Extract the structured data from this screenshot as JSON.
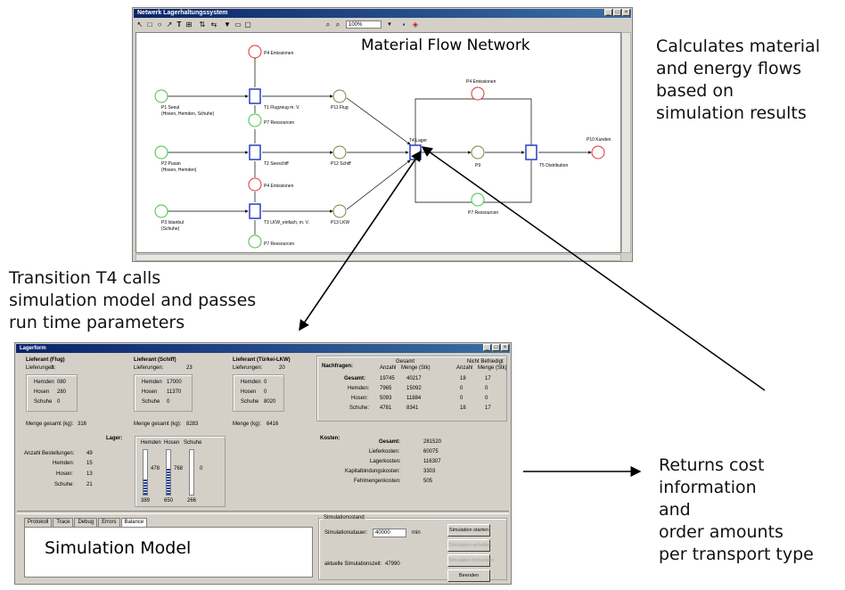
{
  "annotations": {
    "calc_text": [
      "Calculates material",
      "and energy flows",
      "based on",
      "simulation results"
    ],
    "transition_text": [
      "Transition T4 calls",
      "simulation model and passes",
      "run time parameters"
    ],
    "returns_text": [
      "Returns cost",
      "information",
      "and",
      "order amounts",
      "per transport type"
    ]
  },
  "network_window": {
    "title": "Netwerk Lagerhaltungssystem",
    "zoom": "100%",
    "canvas_title": "Material Flow Network",
    "tools": [
      "arrow-icon",
      "rect-icon",
      "circle-icon",
      "line-icon",
      "text-icon",
      "grid-icon",
      "connect-icon",
      "transition-icon",
      "filter-icon",
      "rect-tool-icon",
      "frame-icon",
      "zoom-in-icon",
      "zoom-out-icon",
      "save-icon",
      "eraser-icon"
    ],
    "labels": {
      "p4_top": "P4 Emissionen",
      "p1": "P1 Seeul",
      "p1b": "(Hosen, Hemden, Schuhe)",
      "t1": "T1 Flugzeug m. V.",
      "p11": "P11 Flug",
      "p7_top": "P7 Ressourcen",
      "p2": "P2 Pusan",
      "p2b": "(Hosen, Hemden)",
      "t2": "T2 Seeschiff",
      "p12": "P12 Schiff",
      "p4_mid": "P4 Emissionen",
      "p3": "P3 Istanbul",
      "p3b": "(Schuhe)",
      "t3": "T3 LKW_einfach, m. V.",
      "p13": "P13 LKW",
      "p7_bot": "P7 Ressourcen",
      "t4": "T4 Lager",
      "p4_right": "P4 Emissionen",
      "p9": "P9",
      "t5": "T5 Distribution",
      "p10": "P10 Kunden",
      "p7_right": "P7 Ressourcen"
    }
  },
  "lager_window": {
    "title": "Lagerform",
    "suppliers": [
      {
        "title": "Lieferant (Flug)",
        "lieferungen_label": "Lieferungen:",
        "lieferungen": "3",
        "rows": [
          [
            "Hemden",
            "080"
          ],
          [
            "Hosen",
            "280"
          ],
          [
            "Schuhe",
            "0"
          ]
        ],
        "menge_label": "Menge gesamt (kg):",
        "menge": "316"
      },
      {
        "title": "Lieferant (Schiff)",
        "lieferungen_label": "Lieferungen:",
        "lieferungen": "23",
        "rows": [
          [
            "Hemden",
            "17000"
          ],
          [
            "Hosen",
            "11370"
          ],
          [
            "Schuhe",
            "0"
          ]
        ],
        "menge_label": "Menge gesamt (kg):",
        "menge": "8283"
      },
      {
        "title": "Lieferant (Türkei-LKW)",
        "lieferungen_label": "Lieferungen:",
        "lieferungen": "20",
        "rows": [
          [
            "Hemden",
            "0"
          ],
          [
            "Hosen",
            "0"
          ],
          [
            "Schuhe",
            "8020"
          ]
        ],
        "menge_label": "Menge (kg):",
        "menge": "6416"
      }
    ],
    "nachfragen": {
      "label": "Nachfragen:",
      "group1": "Gesamt",
      "group2": "Nicht Befriedigt",
      "cols": [
        "Anzahl",
        "Menge (Stk)",
        "Anzahl",
        "Menge (Stk)"
      ],
      "rows": [
        [
          "Gesamt:",
          "19745",
          "40217",
          "18",
          "17"
        ],
        [
          "Hemden:",
          "7965",
          "15092",
          "0",
          "0"
        ],
        [
          "Hosen:",
          "5093",
          "11884",
          "0",
          "0"
        ],
        [
          "Schuhe:",
          "4781",
          "8341",
          "18",
          "17"
        ]
      ]
    },
    "lager": {
      "label": "Lager:",
      "headers": [
        "Hemden",
        "Hosen",
        "Schuhe"
      ],
      "left_rows": [
        [
          "Anzahl Bestellungen:",
          "49"
        ],
        [
          "Hemden:",
          "15"
        ],
        [
          "Hosen:",
          "13"
        ],
        [
          "Schuhe:",
          "21"
        ]
      ],
      "mid_values": [
        "478",
        "768",
        "0"
      ],
      "bottom_values": [
        "389",
        "650",
        "266"
      ],
      "levels": [
        0.35,
        0.6,
        0.0
      ]
    },
    "kosten": {
      "label": "Kosten:",
      "rows": [
        [
          "Gesamt:",
          "281520"
        ],
        [
          "Lieferkosten:",
          "60075"
        ],
        [
          "Lagerkosten:",
          "116307"
        ],
        [
          "Kapitalbindungskosten:",
          "3303"
        ],
        [
          "Fehlmengenkosten:",
          "505"
        ]
      ]
    },
    "tabs": [
      "Protokoll",
      "Trace",
      "Debug",
      "Errors",
      "Balance"
    ],
    "sim_model_text": "Simulation Model",
    "simulationsstand": {
      "label": "Simulationsstand",
      "dauer_label": "Simulationsdauer:",
      "dauer_value": "40000",
      "dauer_unit": "min",
      "aktuell_label": "aktuelle Simulationszeit:",
      "aktuell_value": "47990"
    },
    "buttons": [
      "Simulation starten",
      "Simulation anhalten",
      "Simulation fortsetzen",
      "Beenden"
    ]
  }
}
